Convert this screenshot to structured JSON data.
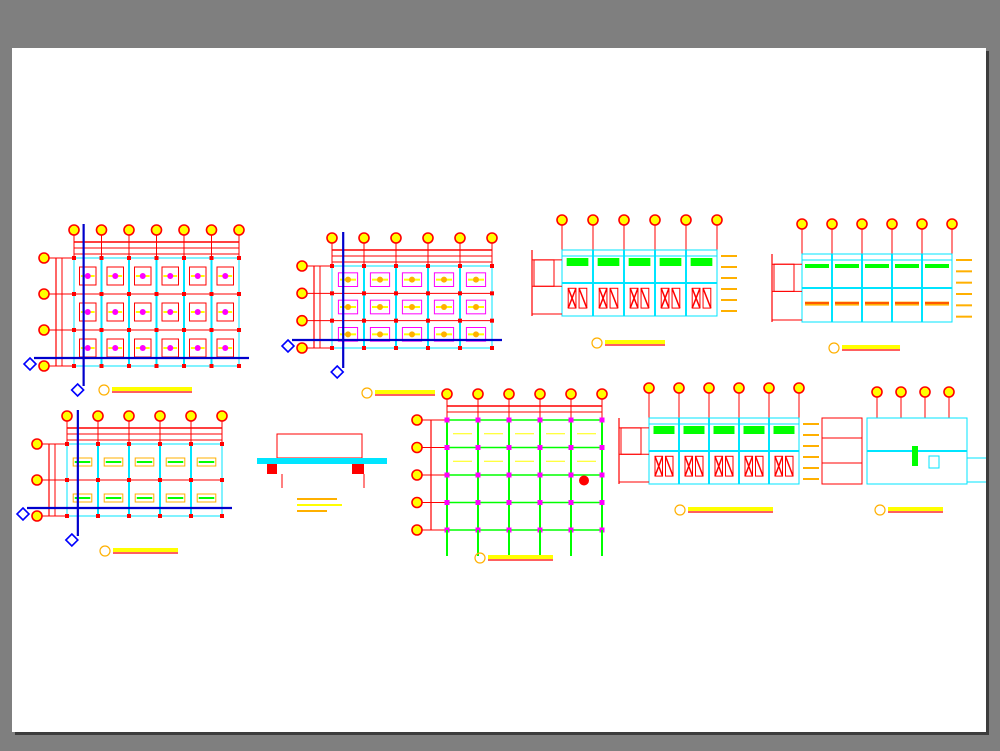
{
  "colors": {
    "background": "#7f7f7f",
    "paper": "#ffffff",
    "shadow": "#3c3c3c",
    "cyan": "#00e5ff",
    "red": "#ff0000",
    "magenta": "#ff00ff",
    "yellow": "#ffff00",
    "green": "#00ff00",
    "blue": "#0000ff",
    "navy": "#0000cc",
    "orange": "#ffb000",
    "gray": "#888888"
  },
  "drawings": [
    {
      "id": "ground-floor-plan",
      "bays": 6,
      "rows": 3,
      "axis_lines": true,
      "style": "dense-red-cyan"
    },
    {
      "id": "upper-floor-plan",
      "bays": 5,
      "rows": 3,
      "axis_lines": true,
      "style": "dense-magenta"
    },
    {
      "id": "section-a",
      "bays": 5,
      "rows": 2,
      "axis_lines": false,
      "style": "elevation-red-green"
    },
    {
      "id": "section-b",
      "bays": 5,
      "rows": 2,
      "axis_lines": false,
      "style": "elevation-light"
    },
    {
      "id": "foundation-plan",
      "bays": 5,
      "rows": 2,
      "axis_lines": true,
      "style": "light-orange"
    },
    {
      "id": "wall-detail",
      "bays": 1,
      "rows": 1,
      "axis_lines": false,
      "style": "detail"
    },
    {
      "id": "structural-plan",
      "bays": 5,
      "rows": 4,
      "axis_lines": false,
      "style": "green-grid"
    },
    {
      "id": "section-c",
      "bays": 5,
      "rows": 2,
      "axis_lines": false,
      "style": "elevation-red-green"
    },
    {
      "id": "section-d",
      "bays": 3,
      "rows": 2,
      "axis_lines": false,
      "style": "elevation-partial"
    }
  ]
}
